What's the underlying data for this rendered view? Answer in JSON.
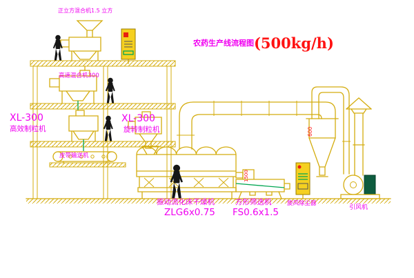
{
  "title": {
    "name": "农药生产线流程图",
    "capacity": "(500kg/h)"
  },
  "labels": {
    "cube_mixer": "正立方混合机1.5 立方",
    "high_speed_mixer": "高速混合机300",
    "granulator_left_model": "XL-300",
    "granulator_left_name": "高效制粒机",
    "granulator_mid_model": "XL-300",
    "granulator_mid_name": "旋转制粒机",
    "belt_conveyor": "皮带输送机",
    "dryer_name": "振动流化床干燥机",
    "dryer_model": "ZLG6x0.75",
    "sieve_name": "方形筛选机",
    "sieve_model": "FS0.6x1.5",
    "dust_collector": "旋风除尘器",
    "fan": "引风机"
  },
  "dimensions": {
    "cyclone": "600",
    "sieve": "1500"
  },
  "colors": {
    "equipment_yellow": "#D4AC0D",
    "cabinet_fill": "#F5D020",
    "label_magenta": "#F000F0",
    "callout_red": "#FF1212",
    "detail_green": "#00A651",
    "figure_dark": "#161616"
  }
}
